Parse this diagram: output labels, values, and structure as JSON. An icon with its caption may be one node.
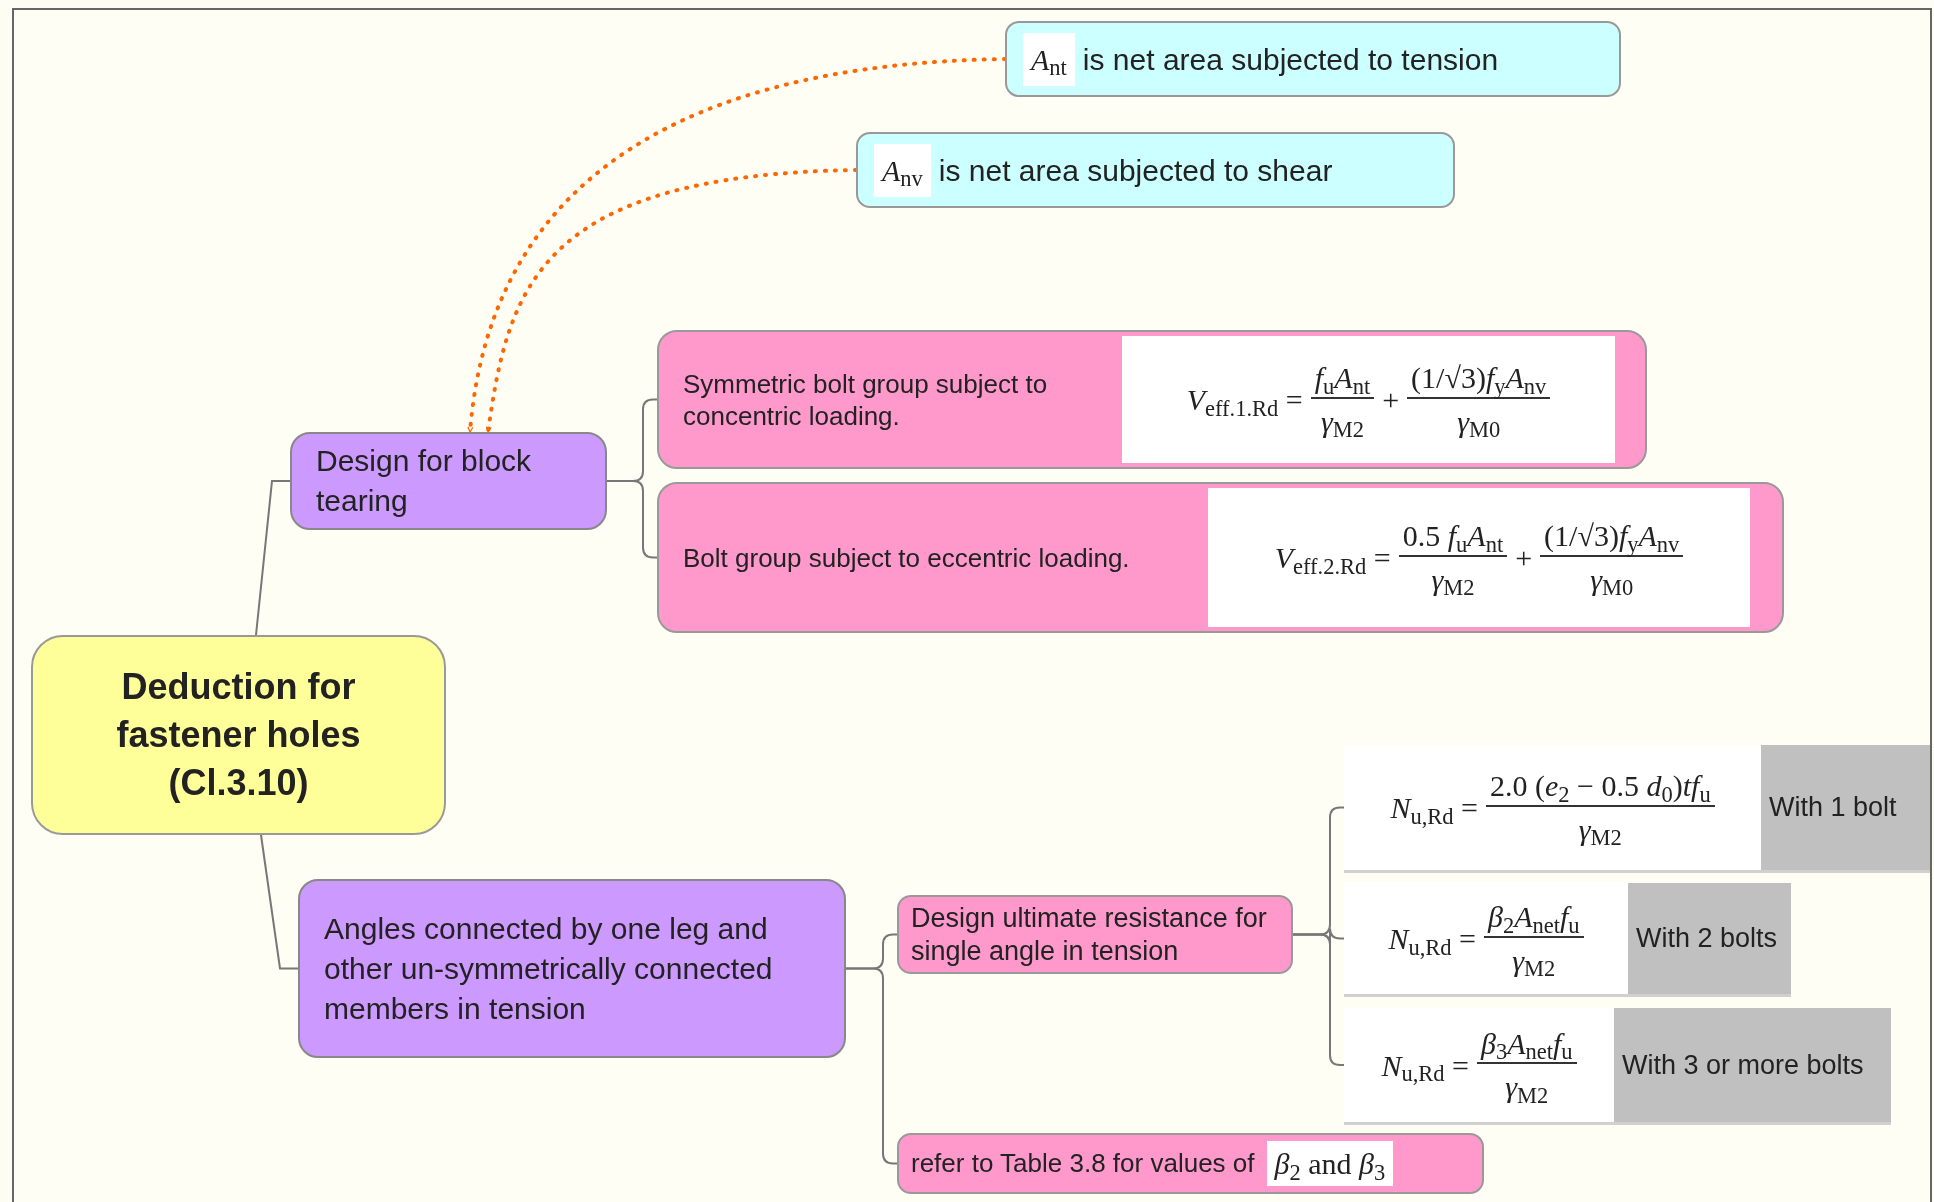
{
  "diagram": {
    "nodes": [
      {
        "text": [
          "Deduction for fastener holes (Cl.3.10)"
        ]
      },
      {
        "text": [
          "Design for block tearing"
        ]
      },
      {
        "text": [
          "*A*$_{nt}$",
          "is net area subjected to tension"
        ]
      },
      {
        "text": [
          "*A*$_{nv}$",
          "is net area subjected to shear"
        ]
      },
      {
        "text": [
          "Symmetric bolt group subject to concentric loading.",
          "*V*$_{eff.1.Rd}$ =",
          "*f*$_{u}$*A*$_{nt}$",
          "*γ*$_{M2}$",
          "+",
          "(1/√3)*f*$_{y}$*A*$_{nv}$",
          "*γ*$_{M0}$"
        ]
      },
      {
        "text": [
          "Bolt group subject to eccentric loading.",
          "*V*$_{eff.2.Rd}$ =",
          "0.5 *f*$_{u}$*A*$_{nt}$",
          "*γ*$_{M2}$",
          "+",
          "(1/√3)*f*$_{y}$*A*$_{nv}$",
          "*γ*$_{M0}$"
        ]
      },
      {
        "text": [
          "Angles connected by one leg and other un-symmetrically connected members in tension"
        ]
      },
      {
        "text": [
          "Design ultimate resistance for single angle in tension"
        ]
      },
      {
        "text": [
          "*N*$_{u,Rd}$ =",
          "2.0 (*e*$_{2}$ − 0.5 *d*$_{0}$)*tf*$_{u}$",
          "*γ*$_{M2}$",
          "With 1 bolt"
        ]
      },
      {
        "text": [
          "*N*$_{u,Rd}$ =",
          "*β*$_{2}$*A*$_{net}$*f*$_{u}$",
          "*γ*$_{M2}$",
          "With 2 bolts"
        ]
      },
      {
        "text": [
          "*N*$_{u,Rd}$ =",
          "*β*$_{3}$*A*$_{net}$*f*$_{u}$",
          "*γ*$_{M2}$",
          "With 3 or more bolts"
        ]
      },
      {
        "text": [
          "refer to Table 3.8 for values of",
          "*β*$_{2}$ and *β*$_{3}$"
        ]
      }
    ],
    "edges": [
      {
        "from": 0,
        "to": 1,
        "arrow": "none"
      },
      {
        "from": 0,
        "to": 6,
        "arrow": "none"
      },
      {
        "from": 1,
        "to": 4,
        "arrow": "none"
      },
      {
        "from": 1,
        "to": 5,
        "arrow": "none"
      },
      {
        "from": 6,
        "to": 7,
        "arrow": "none"
      },
      {
        "from": 6,
        "to": 11,
        "arrow": "none"
      },
      {
        "from": 7,
        "to": 8,
        "arrow": "none"
      },
      {
        "from": 7,
        "to": 9,
        "arrow": "none"
      },
      {
        "from": 7,
        "to": 10,
        "arrow": "none"
      },
      {
        "from": 2,
        "to": 1,
        "arrow": "to",
        "style": "dashed",
        "color": "#ff6600"
      },
      {
        "from": 3,
        "to": 1,
        "arrow": "to",
        "style": "dashed",
        "color": "#ff6600"
      }
    ]
  }
}
